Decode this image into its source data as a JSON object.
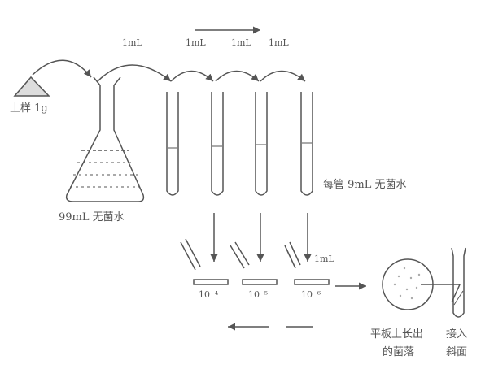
{
  "labels": {
    "soil_sample": "土样 1g",
    "flask_water": "99mL 无菌水",
    "tube_water": "每管 9mL 无菌水",
    "transfer_1": "1mL",
    "transfer_2": "1mL",
    "transfer_3": "1mL",
    "transfer_4": "1mL",
    "transfer_plate": "1mL",
    "dilution_1": "10⁻⁴",
    "dilution_2": "10⁻⁵",
    "dilution_3": "10⁻⁶",
    "colonies_line1": "平板上长出",
    "colonies_line2": "的菌落",
    "slant_line1": "接入",
    "slant_line2": "斜面"
  }
}
